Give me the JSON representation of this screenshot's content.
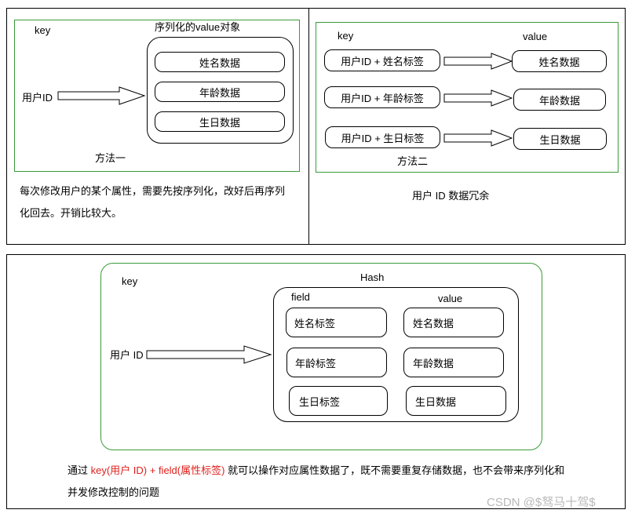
{
  "method1": {
    "key_label": "key",
    "value_title": "序列化的value对象",
    "user_id": "用户ID",
    "values": [
      "姓名数据",
      "年龄数据",
      "生日数据"
    ],
    "caption": "方法一",
    "note": "每次修改用户的某个属性，需要先按序列化，改好后再序列化回去。开销比较大。"
  },
  "method2": {
    "key_header": "key",
    "value_header": "value",
    "keys": [
      "用户ID + 姓名标签",
      "用户ID + 年龄标签",
      "用户ID + 生日标签"
    ],
    "values": [
      "姓名数据",
      "年龄数据",
      "生日数据"
    ],
    "caption": "方法二",
    "note": "用户 ID 数据冗余"
  },
  "method3": {
    "key_label": "key",
    "hash_title": "Hash",
    "user_id": "用户 ID",
    "field_header": "field",
    "value_header": "value",
    "fields": [
      "姓名标签",
      "年龄标签",
      "生日标签"
    ],
    "values": [
      "姓名数据",
      "年龄数据",
      "生日数据"
    ],
    "note_prefix": "通过 ",
    "note_highlight": "key(用户 ID) + field(属性标签)",
    "note_suffix": " 就可以操作对应属性数据了，既不需要重复存储数据，也不会带来序列化和并发修改控制的问题",
    "highlight_color": "#e0201b"
  },
  "watermark": "CSDN @$驽马十驾$"
}
